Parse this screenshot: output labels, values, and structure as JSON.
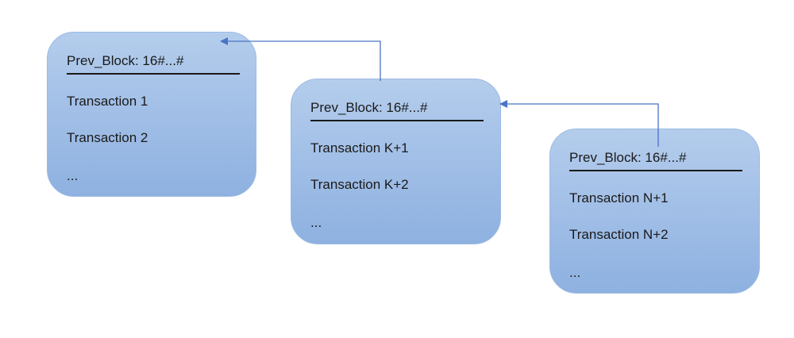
{
  "blocks": [
    {
      "header": "Prev_Block: 16#...#",
      "transactions": [
        "Transaction 1",
        "Transaction 2",
        "..."
      ]
    },
    {
      "header": "Prev_Block: 16#...#",
      "transactions": [
        "Transaction K+1",
        "Transaction K+2",
        "..."
      ]
    },
    {
      "header": "Prev_Block: 16#...#",
      "transactions": [
        "Transaction N+1",
        "Transaction N+2",
        "..."
      ]
    }
  ],
  "colors": {
    "block_fill": "#9fbde6",
    "block_border": "#9bbbe3",
    "arrow": "#4a74c4",
    "text": "#1a1a1a"
  }
}
